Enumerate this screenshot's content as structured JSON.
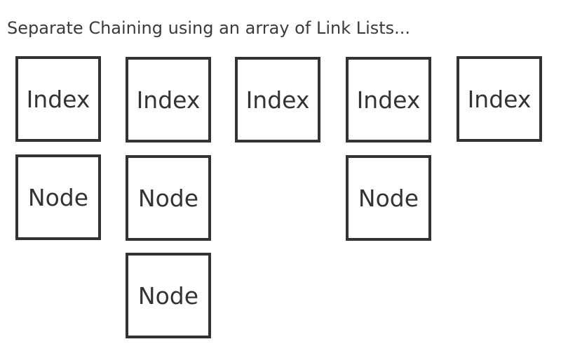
{
  "caption": "Separate Chaining using an array of Link Lists...",
  "index_label": "Index",
  "node_label": "Node",
  "buckets": [
    {
      "index": "Index",
      "nodes": [
        "Node"
      ]
    },
    {
      "index": "Index",
      "nodes": [
        "Node",
        "Node"
      ]
    },
    {
      "index": "Index",
      "nodes": []
    },
    {
      "index": "Index",
      "nodes": [
        "Node"
      ]
    },
    {
      "index": "Index",
      "nodes": []
    }
  ]
}
